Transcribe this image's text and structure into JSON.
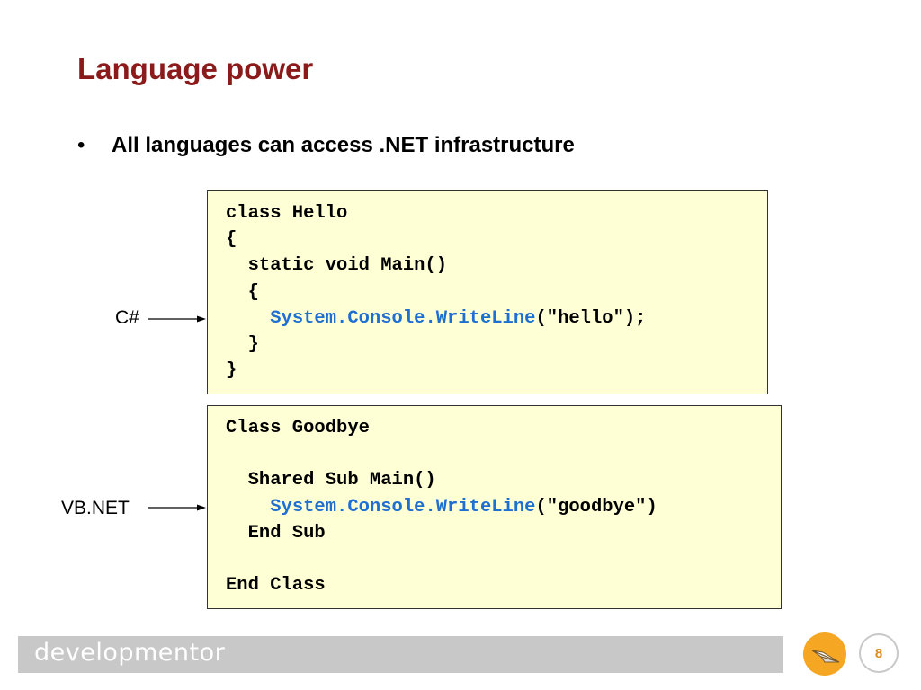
{
  "slide": {
    "title": "Language power",
    "bullet_marker": "•",
    "bullet": "All languages can access .NET infrastructure"
  },
  "csharp": {
    "label": "C#",
    "lines": [
      {
        "pre": "class Hello",
        "kw": "",
        "post": ""
      },
      {
        "pre": "{",
        "kw": "",
        "post": ""
      },
      {
        "pre": "  static void Main()",
        "kw": "",
        "post": ""
      },
      {
        "pre": "  {",
        "kw": "",
        "post": ""
      },
      {
        "pre": "    ",
        "kw": "System.Console.WriteLine",
        "post": "(\"hello\");"
      },
      {
        "pre": "  }",
        "kw": "",
        "post": ""
      },
      {
        "pre": "}",
        "kw": "",
        "post": ""
      }
    ]
  },
  "vbnet": {
    "label": "VB.NET",
    "lines": [
      {
        "pre": "Class Goodbye",
        "kw": "",
        "post": ""
      },
      {
        "pre": "",
        "kw": "",
        "post": ""
      },
      {
        "pre": "  Shared Sub Main()",
        "kw": "",
        "post": ""
      },
      {
        "pre": "    ",
        "kw": "System.Console.WriteLine",
        "post": "(\"goodbye\")"
      },
      {
        "pre": "  End Sub",
        "kw": "",
        "post": ""
      },
      {
        "pre": "",
        "kw": "",
        "post": ""
      },
      {
        "pre": "End Class",
        "kw": "",
        "post": ""
      }
    ]
  },
  "footer": {
    "brand": "developmentor",
    "page_number": "8",
    "logo_icon": "paper-plane-icon",
    "colors": {
      "title": "#8b1a1a",
      "code_background": "#ffffd6",
      "code_keyword": "#1f6fd1",
      "logo": "#f5a623",
      "footer_bar": "#c8c8c8"
    }
  }
}
